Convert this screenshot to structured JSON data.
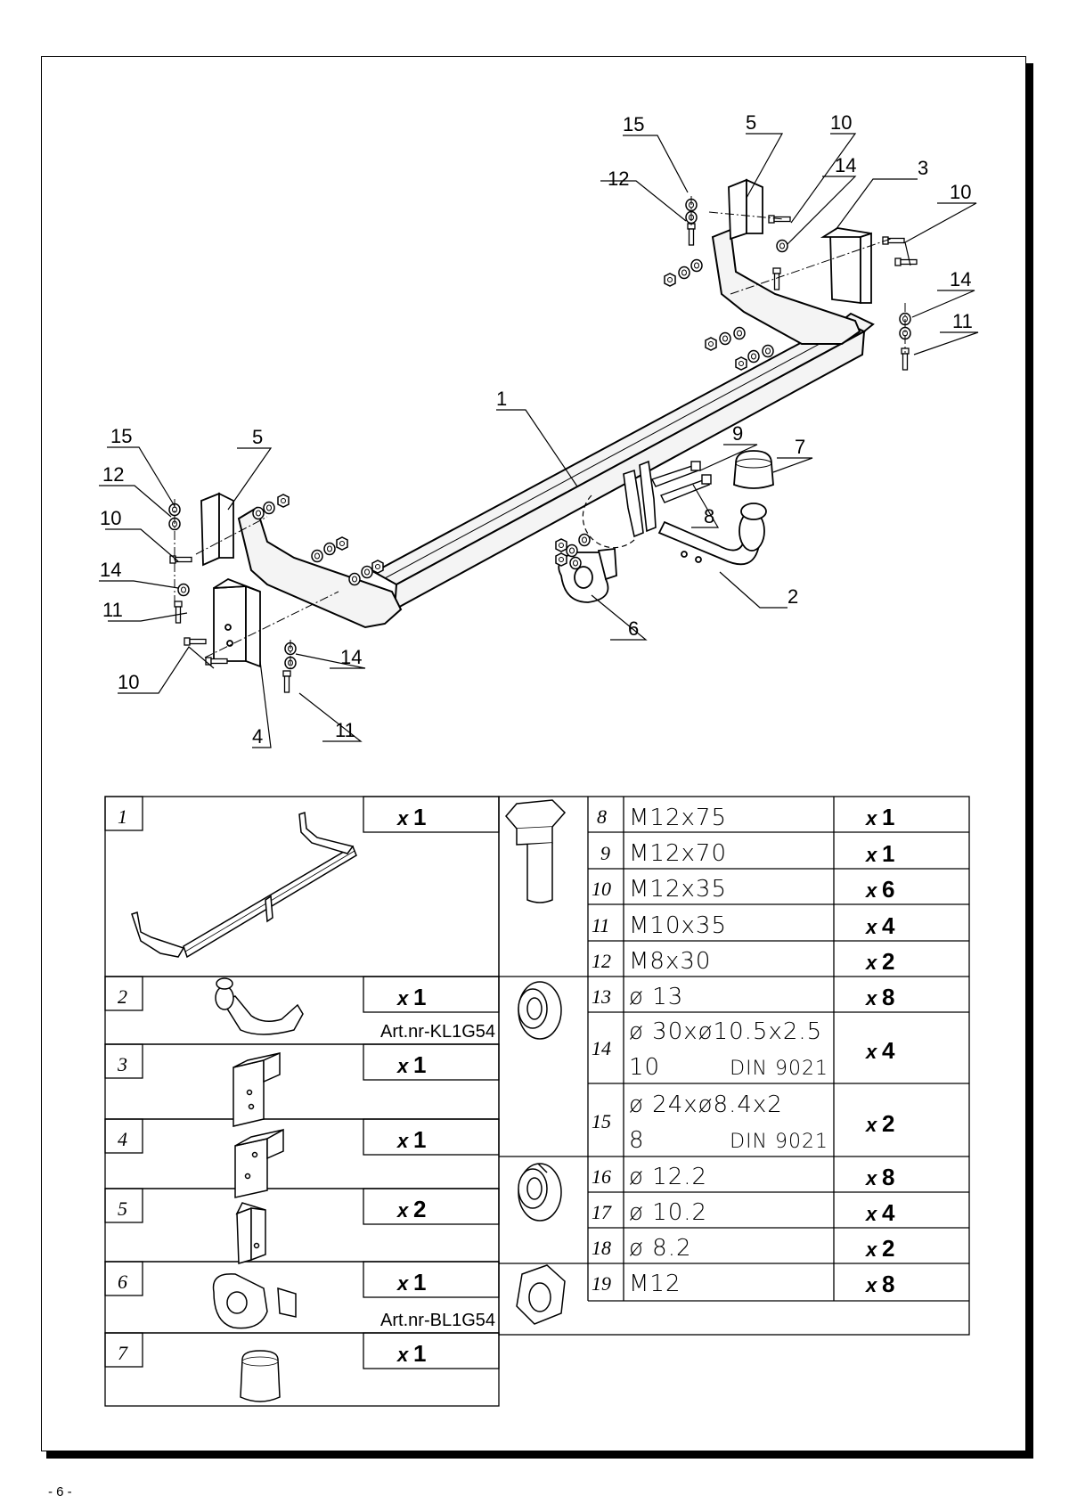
{
  "diagram_callouts": [
    "1",
    "2",
    "3",
    "4",
    "5",
    "5",
    "6",
    "7",
    "8",
    "9",
    "10",
    "10",
    "10",
    "10",
    "11",
    "11",
    "11",
    "12",
    "12",
    "14",
    "14",
    "14",
    "14",
    "15",
    "15"
  ],
  "parts_left": [
    {
      "num": "1",
      "qty_x": "x",
      "qty_n": "1",
      "art": ""
    },
    {
      "num": "2",
      "qty_x": "x",
      "qty_n": "1",
      "art": "Art.nr-KL1G54"
    },
    {
      "num": "3",
      "qty_x": "x",
      "qty_n": "1",
      "art": ""
    },
    {
      "num": "4",
      "qty_x": "x",
      "qty_n": "1",
      "art": ""
    },
    {
      "num": "5",
      "qty_x": "x",
      "qty_n": "2",
      "art": ""
    },
    {
      "num": "6",
      "qty_x": "x",
      "qty_n": "1",
      "art": "Art.nr-BL1G54"
    },
    {
      "num": "7",
      "qty_x": "x",
      "qty_n": "1",
      "art": ""
    }
  ],
  "parts_right": [
    {
      "num": "8",
      "spec": "M12x75",
      "spec2": "",
      "std": "",
      "qty_x": "x",
      "qty_n": "1"
    },
    {
      "num": "9",
      "spec": "M12x70",
      "spec2": "",
      "std": "",
      "qty_x": "x",
      "qty_n": "1"
    },
    {
      "num": "10",
      "spec": "M12x35",
      "spec2": "",
      "std": "",
      "qty_x": "x",
      "qty_n": "6"
    },
    {
      "num": "11",
      "spec": "M10x35",
      "spec2": "",
      "std": "",
      "qty_x": "x",
      "qty_n": "4"
    },
    {
      "num": "12",
      "spec": "M8x30",
      "spec2": "",
      "std": "",
      "qty_x": "x",
      "qty_n": "2"
    },
    {
      "num": "13",
      "spec": "ø 13",
      "spec2": "",
      "std": "",
      "qty_x": "x",
      "qty_n": "8"
    },
    {
      "num": "14",
      "spec": "ø 30xø10.5x2.5",
      "spec2": "10",
      "std": "DIN 9021",
      "qty_x": "x",
      "qty_n": "4"
    },
    {
      "num": "15",
      "spec": "ø 24xø8.4x2",
      "spec2": "8",
      "std": "DIN 9021",
      "qty_x": "x",
      "qty_n": "2"
    },
    {
      "num": "16",
      "spec": "ø 12.2",
      "spec2": "",
      "std": "",
      "qty_x": "x",
      "qty_n": "8"
    },
    {
      "num": "17",
      "spec": "ø 10.2",
      "spec2": "",
      "std": "",
      "qty_x": "x",
      "qty_n": "4"
    },
    {
      "num": "18",
      "spec": "ø 8.2",
      "spec2": "",
      "std": "",
      "qty_x": "x",
      "qty_n": "2"
    },
    {
      "num": "19",
      "spec": "M12",
      "spec2": "",
      "std": "",
      "qty_x": "x",
      "qty_n": "8"
    }
  ],
  "page_number": "- 6 -",
  "colors": {
    "ink": "#000000",
    "paper": "#ffffff",
    "part_fill": "#f4f4f4"
  }
}
